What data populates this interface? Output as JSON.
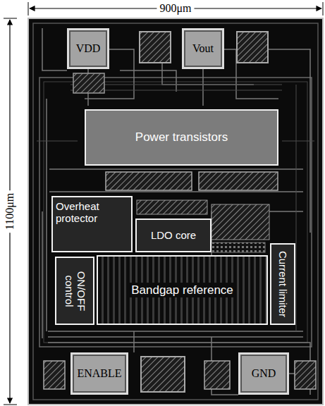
{
  "diagram": {
    "nodes": [
      {
        "text": [
          "VDD"
        ]
      },
      {
        "text": [
          "Vout"
        ]
      },
      {
        "text": [
          "Power transistors"
        ]
      },
      {
        "text": [
          "Overheat protector"
        ]
      },
      {
        "text": [
          "LDO core"
        ]
      },
      {
        "text": [
          "ON/OFF control"
        ]
      },
      {
        "text": [
          "Bandgap reference"
        ]
      },
      {
        "text": [
          "Current limiter"
        ]
      },
      {
        "text": [
          "ENABLE"
        ]
      },
      {
        "text": [
          "GND"
        ]
      }
    ],
    "labels": [
      "900μm",
      "1100μm"
    ]
  }
}
